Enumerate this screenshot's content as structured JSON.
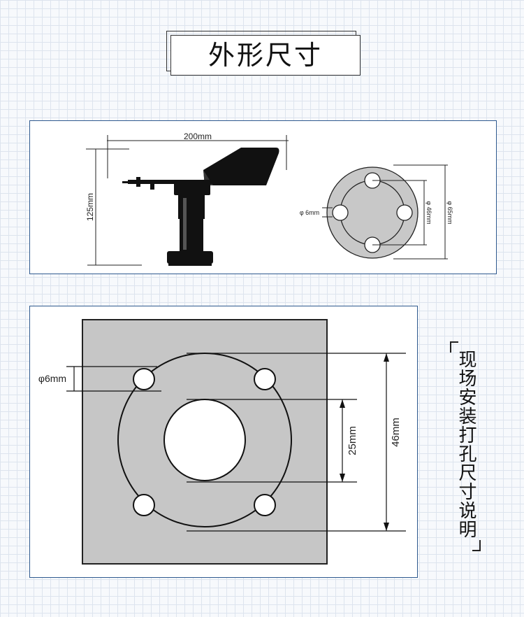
{
  "title": "外形尺寸",
  "side_note": "现场安装打孔尺寸说明",
  "vane_dims": {
    "width_label": "200mm",
    "height_label": "125mm"
  },
  "flange_top": {
    "hole_label": "φ 6mm",
    "inner_label": "φ 46mm",
    "outer_label": "φ 65mm"
  },
  "mount_plate": {
    "hole_label": "φ6mm",
    "center_label": "25mm",
    "circle_label": "46mm"
  }
}
